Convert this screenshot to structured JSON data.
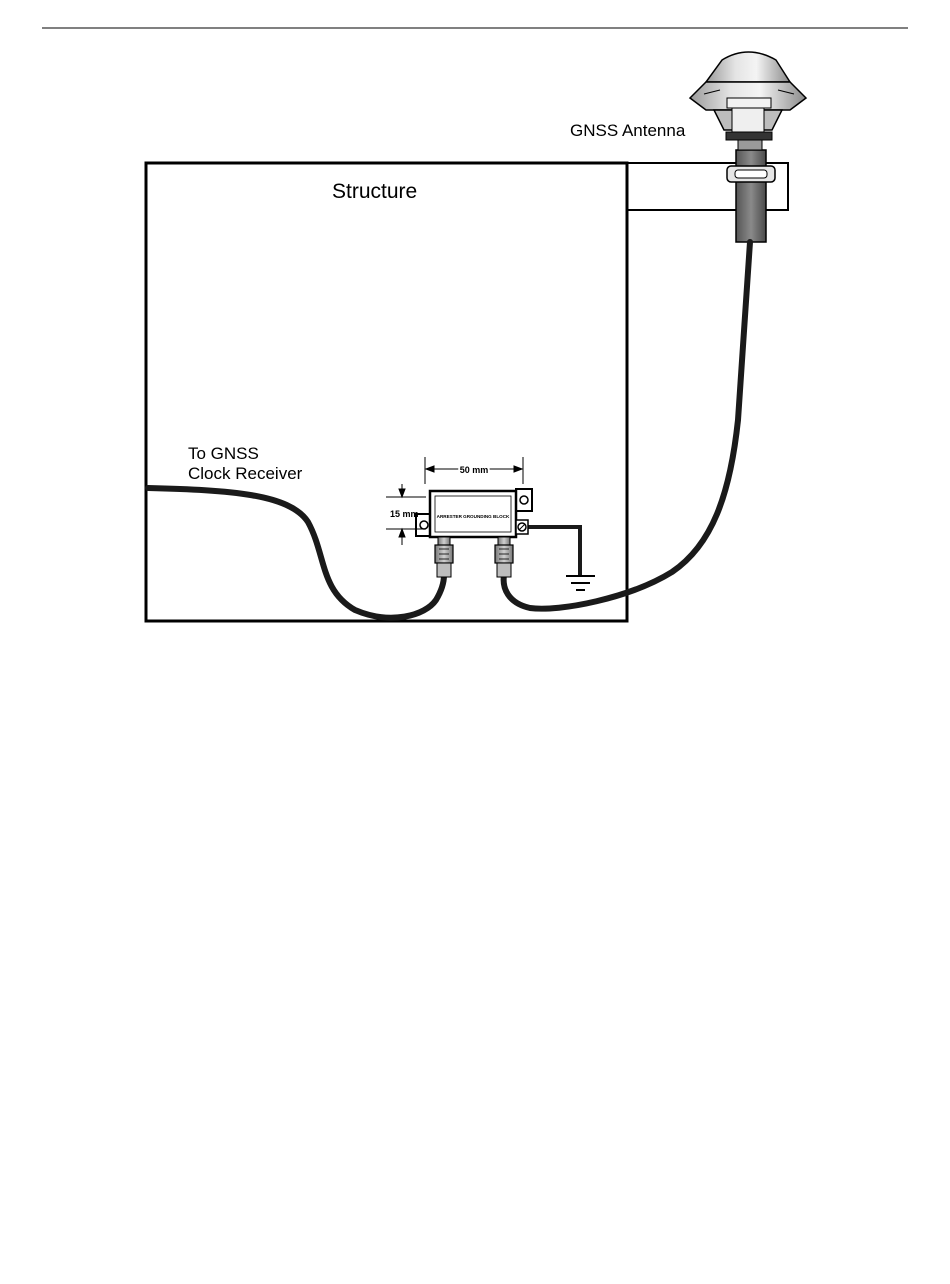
{
  "labels": {
    "structure": "Structure",
    "antenna": "GNSS Antenna",
    "receiver_line1": "To GNSS",
    "receiver_line2": "Clock Receiver",
    "width_dim": "50 mm",
    "height_dim": "15 mm",
    "block_text": "ARRESTER GROUNDING BLOCK"
  },
  "colors": {
    "ink": "#000000",
    "cable": "#1a1a1a",
    "paper": "#ffffff"
  }
}
